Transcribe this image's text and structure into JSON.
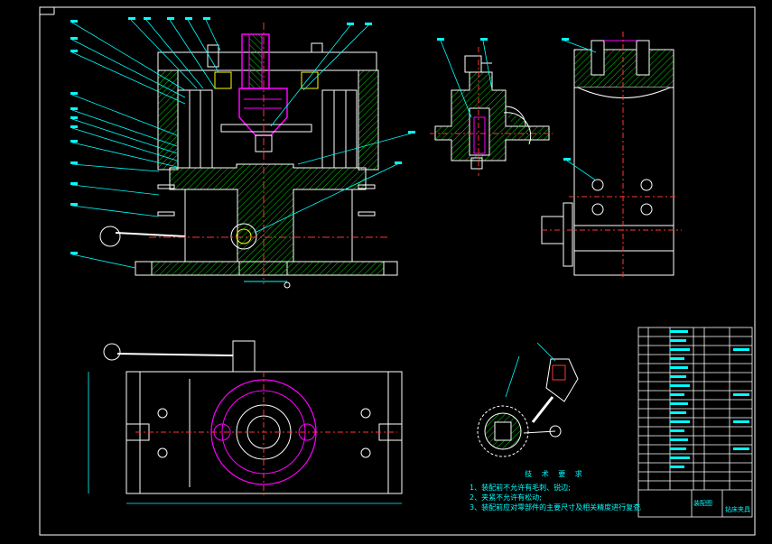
{
  "technical_requirements": {
    "title": "技 术 要 求",
    "lines": [
      "1、装配前不允许有毛刺、锐边;",
      "2、夹紧不允许有松动;",
      "3、装配前应对零部件的主要尺寸及相关精度进行复查。"
    ]
  },
  "title_block": {
    "drawing_name": "钻床夹具",
    "school": "装配图"
  },
  "colors": {
    "background": "#000000",
    "outline": "#ffffff",
    "hatch": "#00cc00",
    "leader": "#00ffff",
    "centerline": "#ff3333",
    "part": "#ff00ff",
    "dimension": "#00ffff",
    "yellow": "#ffff00"
  }
}
